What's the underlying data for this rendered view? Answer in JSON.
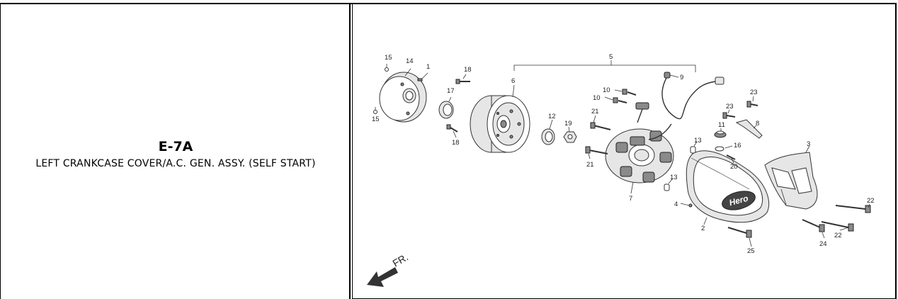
{
  "header": {
    "code": "E-7A",
    "title": "LEFT CRANKCASE COVER/A.C. GEN. ASSY. (SELF START)"
  },
  "diagram": {
    "callouts": [
      {
        "label": "15"
      },
      {
        "label": "14"
      },
      {
        "label": "1"
      },
      {
        "label": "15"
      },
      {
        "label": "18"
      },
      {
        "label": "17"
      },
      {
        "label": "18"
      },
      {
        "label": "6"
      },
      {
        "label": "5"
      },
      {
        "label": "9"
      },
      {
        "label": "10"
      },
      {
        "label": "10"
      },
      {
        "label": "21"
      },
      {
        "label": "12"
      },
      {
        "label": "19"
      },
      {
        "label": "21"
      },
      {
        "label": "7"
      },
      {
        "label": "13"
      },
      {
        "label": "13"
      },
      {
        "label": "11"
      },
      {
        "label": "16"
      },
      {
        "label": "20"
      },
      {
        "label": "23"
      },
      {
        "label": "23"
      },
      {
        "label": "8"
      },
      {
        "label": "3"
      },
      {
        "label": "4"
      },
      {
        "label": "2"
      },
      {
        "label": "22"
      },
      {
        "label": "22"
      },
      {
        "label": "24"
      },
      {
        "label": "25"
      }
    ],
    "logo_text": "Hero",
    "direction_label": "FR."
  }
}
